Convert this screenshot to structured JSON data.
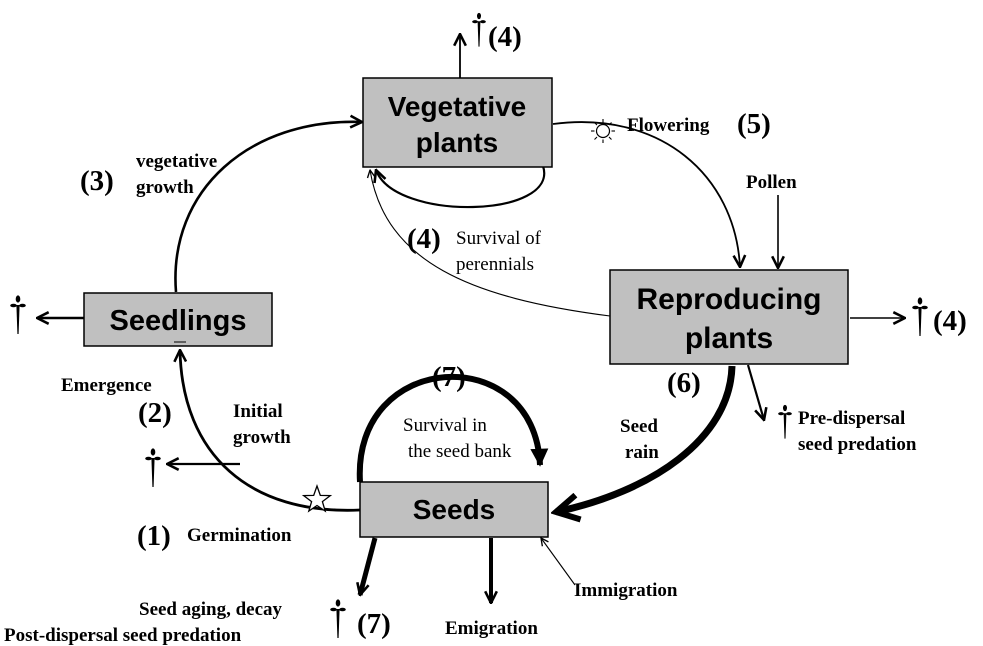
{
  "stages": {
    "vegetative_line1": "Vegetative",
    "vegetative_line2": "plants",
    "reproducing_line1": "Reproducing",
    "reproducing_line2": "plants",
    "seedlings": "Seedlings",
    "seeds": "Seeds"
  },
  "numbers": {
    "n1": "(1)",
    "n2": "(2)",
    "n3": "(3)",
    "n4_top": "(4)",
    "n4_right": "(4)",
    "n4_mid": "(4)",
    "n5": "(5)",
    "n6": "(6)",
    "n7_top": "(7)",
    "n7_bottom": "(7)"
  },
  "labels": {
    "vegetative_growth_1": "vegetative",
    "vegetative_growth_2": "growth",
    "flowering": "Flowering",
    "pollen": "Pollen",
    "survival_perennials_1": "Survival of",
    "survival_perennials_2": "perennials",
    "emergence": "Emergence",
    "initial_growth_1": "Initial",
    "initial_growth_2": "growth",
    "germination": "Germination",
    "survival_seedbank_1": "Survival in",
    "survival_seedbank_2": "the seed bank",
    "seed_rain_1": "Seed",
    "seed_rain_2": "rain",
    "predispersal_1": "Pre-dispersal",
    "predispersal_2": "seed predation",
    "immigration": "Immigration",
    "emigration": "Emigration",
    "seed_aging": "Seed aging, decay",
    "postdispersal": "Post-dispersal seed predation"
  },
  "colors": {
    "box_fill": "#c0c0c0",
    "stroke": "#000000",
    "background": "#ffffff"
  },
  "icons": [
    "dagger-icon",
    "star-icon",
    "sun-icon"
  ]
}
